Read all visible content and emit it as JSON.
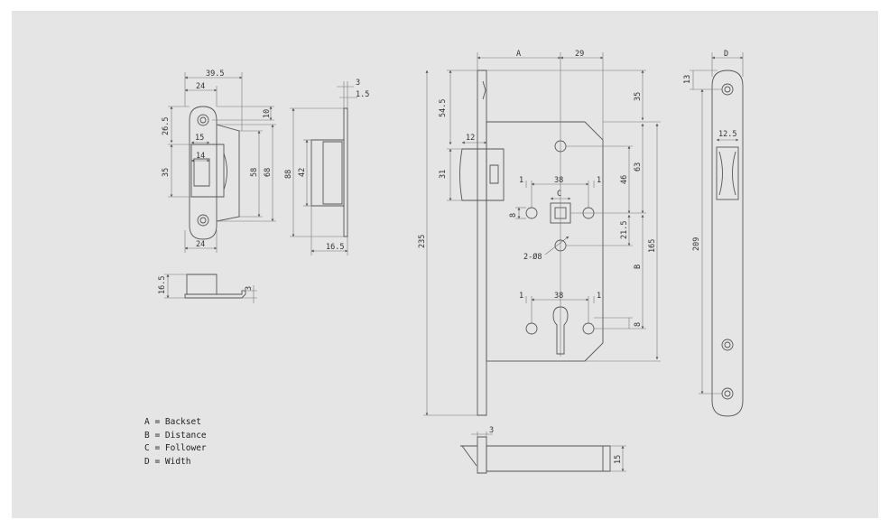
{
  "colors": {
    "panel": "#e5e5e5",
    "line": "#555555",
    "thin": "#777777"
  },
  "strike_plate": {
    "dims": [
      "39.5",
      "24",
      "10",
      "26.5",
      "15",
      "14",
      "35",
      "58",
      "68",
      "24"
    ]
  },
  "strike_side": {
    "dims": [
      "3",
      "1.5",
      "88",
      "42",
      "16.5"
    ]
  },
  "strike_bottom": {
    "dims": [
      "16.5",
      "3"
    ]
  },
  "lock_body": {
    "dims": [
      "A",
      "29",
      "54.5",
      "35",
      "12",
      "31",
      "63",
      "46",
      "235",
      "1",
      "38",
      "C",
      "1",
      "8",
      "21.5",
      "165",
      "2-Ø8",
      "B",
      "1",
      "38",
      "1",
      "8"
    ]
  },
  "faceplate": {
    "dims": [
      "D",
      "13",
      "12.5",
      "209"
    ]
  },
  "lock_bottom": {
    "dims": [
      "3",
      "15"
    ]
  },
  "legend": [
    "A = Backset",
    "B = Distance",
    "C = Follower",
    "D = Width"
  ]
}
